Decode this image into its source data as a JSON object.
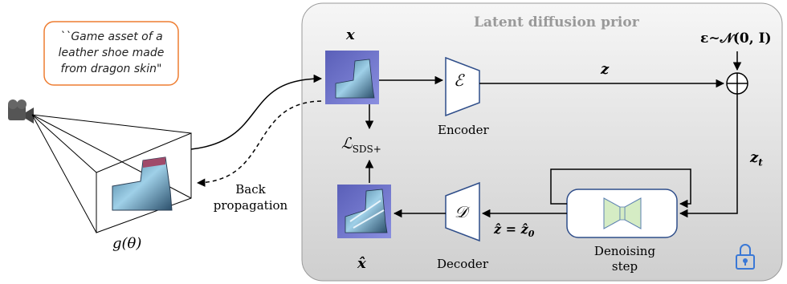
{
  "prompt_text": [
    "``Game asset of a",
    "leather shoe made",
    "from dragon skin\""
  ],
  "prior_title": "Latent diffusion prior",
  "x_label": "x",
  "x_hat_label": "x̂",
  "z_label": "z",
  "noise_label": "ε∼𝒩(0, I)",
  "zt_label": "z",
  "zt_sub": "t",
  "zhat_label": "ẑ = ẑ",
  "zhat_sub": "0",
  "encoder_symbol": "ℰ",
  "encoder_label": "Encoder",
  "decoder_symbol": "𝒟",
  "decoder_label": "Decoder",
  "loss_main": "ℒ",
  "loss_sub": "SDS+",
  "backprop_label": [
    "Back",
    "propagation"
  ],
  "generator_label": "g(θ)",
  "denoise_label": [
    "Denoising",
    "step"
  ],
  "icons": [
    "camera-icon",
    "lock-icon",
    "hourglass-icon",
    "plus-circle-icon"
  ]
}
